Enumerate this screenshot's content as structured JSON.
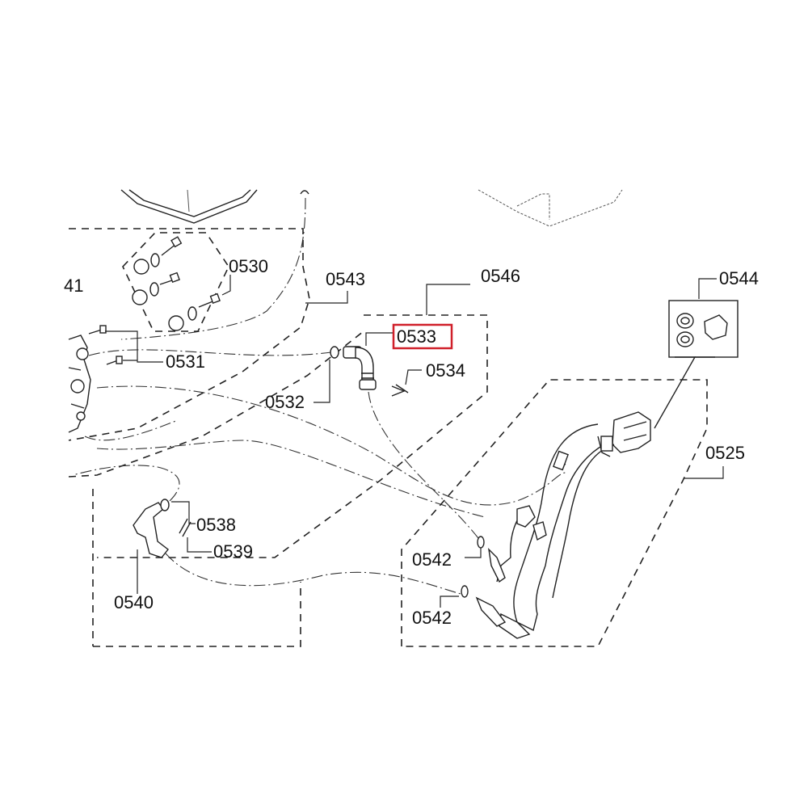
{
  "labels": {
    "l0530": "0530",
    "l0543": "0543",
    "l_crop": "41",
    "l0531": "0531",
    "l0546": "0546",
    "l0544": "0544",
    "l0533": "0533",
    "l0534": "0534",
    "l0532": "0532",
    "l0525": "0525",
    "l0538": "0538",
    "l0539": "0539",
    "l0540": "0540",
    "l0542_upper": "0542",
    "l0542_lower": "0542"
  },
  "highlight": {
    "target_label": "0533",
    "color": "#d0202a"
  }
}
